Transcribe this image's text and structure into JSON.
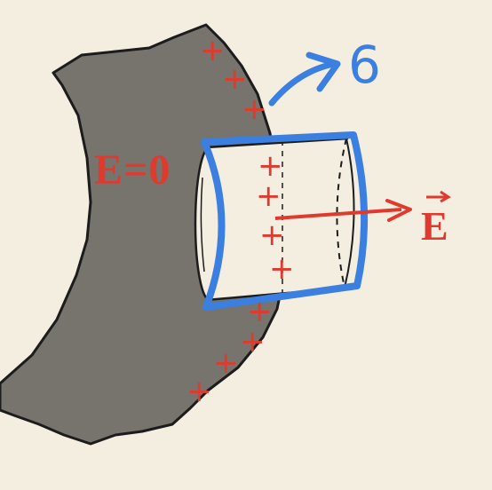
{
  "labels": {
    "field_inside": "E=0",
    "field_outside": "E",
    "charge_density": "6"
  },
  "charges": {
    "symbol": "+",
    "color": "#e03a2f"
  },
  "colors": {
    "background": "#f3eee0",
    "conductor_fill": "#77736d",
    "conductor_edge": "#1c1c1c",
    "gaussian_surface": "#3b7fe0",
    "field_red": "#e03a2f",
    "annotation_blue": "#3b7fe0"
  }
}
